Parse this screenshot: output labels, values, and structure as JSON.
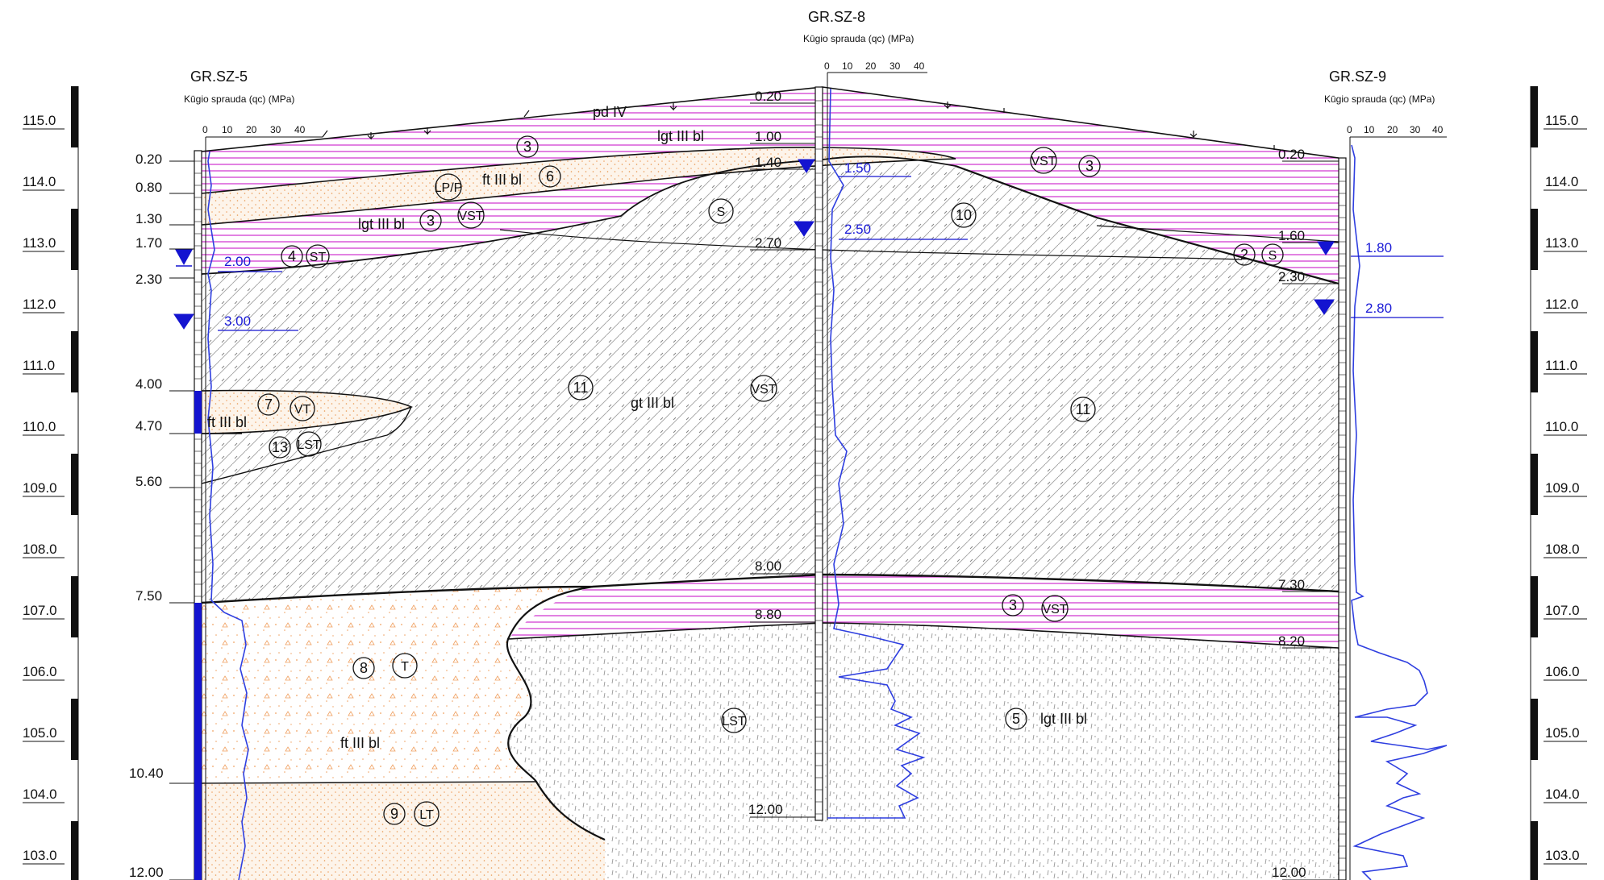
{
  "boreholes": [
    {
      "id": "GR.SZ-5",
      "cone_label": "Kūgio sprauda (qc) (MPa)",
      "scale_ticks": [
        "0",
        "10",
        "20",
        "30",
        "40"
      ],
      "layer_depths": [
        "0.20",
        "0.80",
        "1.30",
        "1.70",
        "2.30",
        "4.00",
        "4.70",
        "5.60",
        "7.50",
        "10.40",
        "12.00"
      ],
      "water_levels": [
        "2.00",
        "3.00"
      ]
    },
    {
      "id": "GR.SZ-8",
      "cone_label": "Kūgio sprauda (qc) (MPa)",
      "scale_ticks": [
        "0",
        "10",
        "20",
        "30",
        "40"
      ],
      "layer_depths": [
        "0.20",
        "1.00",
        "1.40",
        "2.70",
        "8.00",
        "8.80",
        "12.00"
      ],
      "water_levels": [
        "1.50",
        "2.50"
      ]
    },
    {
      "id": "GR.SZ-9",
      "cone_label": "Kūgio sprauda (qc) (MPa)",
      "scale_ticks": [
        "0",
        "10",
        "20",
        "30",
        "40"
      ],
      "layer_depths": [
        "0.20",
        "1.60",
        "2.30",
        "7.30",
        "8.20",
        "12.00"
      ],
      "water_levels": [
        "1.80",
        "2.80"
      ]
    }
  ],
  "elevation_scale": [
    "115.0",
    "114.0",
    "113.0",
    "112.0",
    "111.0",
    "110.0",
    "109.0",
    "108.0",
    "107.0",
    "106.0",
    "105.0",
    "104.0",
    "103.0"
  ],
  "geology_labels": [
    "pd IV",
    "lgt III bl",
    "ft III bl",
    "lgt III bl",
    "gt III bl",
    "ft III bl",
    "ft III bl",
    "lgt III bl"
  ],
  "layer_codes": {
    "numbers": [
      "3",
      "6",
      "3",
      "4",
      "7",
      "13",
      "11",
      "8",
      "9",
      "3",
      "10",
      "11",
      "2",
      "3",
      "5"
    ],
    "soils": [
      "LP/P",
      "VST",
      "ST",
      "VT",
      "LST",
      "S",
      "VST",
      "T",
      "LT",
      "VST",
      "VST",
      "S",
      "LST"
    ]
  },
  "colors": {
    "clay_hatch": "#d238d2",
    "sand_dots": "#f0a060",
    "cpt_curve": "#2f3fe0",
    "water_marker": "#1414d0",
    "outline": "#111111"
  }
}
